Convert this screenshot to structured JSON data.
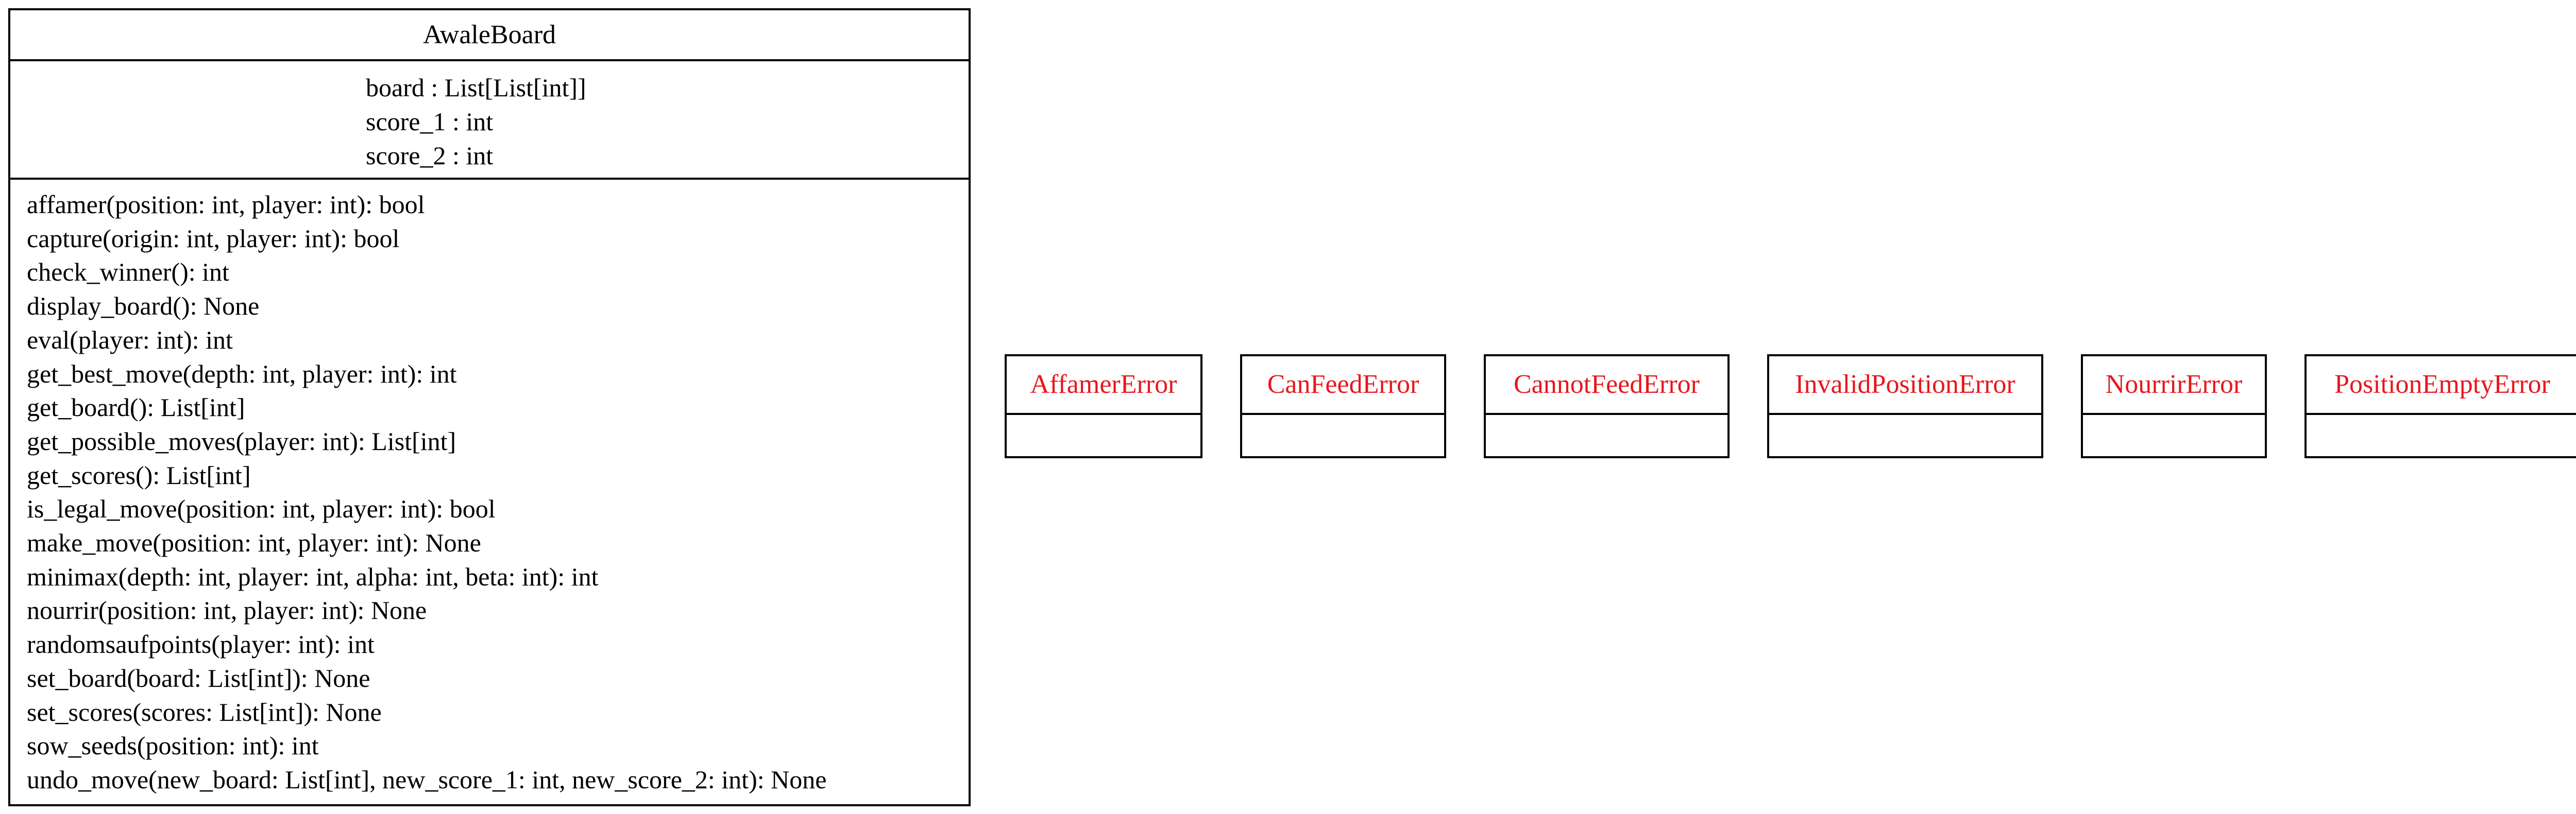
{
  "main_class": {
    "name": "AwaleBoard",
    "attributes": [
      "board : List[List[int]]",
      "score_1 : int",
      "score_2 : int"
    ],
    "methods": [
      "affamer(position: int, player: int): bool",
      "capture(origin: int, player: int): bool",
      "check_winner(): int",
      "display_board(): None",
      "eval(player: int): int",
      "get_best_move(depth: int, player: int): int",
      "get_board(): List[int]",
      "get_possible_moves(player: int): List[int]",
      "get_scores(): List[int]",
      "is_legal_move(position: int, player: int): bool",
      "make_move(position: int, player: int): None",
      "minimax(depth: int, player: int, alpha: int, beta: int): int",
      "nourrir(position: int, player: int): None",
      "randomsaufpoints(player: int): int",
      "set_board(board: List[int]): None",
      "set_scores(scores: List[int]): None",
      "sow_seeds(position: int): int",
      "undo_move(new_board: List[int], new_score_1: int, new_score_2: int): None"
    ]
  },
  "error_classes": [
    {
      "name": "AffamerError"
    },
    {
      "name": "CanFeedError"
    },
    {
      "name": "CannotFeedError"
    },
    {
      "name": "InvalidPositionError"
    },
    {
      "name": "NourrirError"
    },
    {
      "name": "PositionEmptyError"
    }
  ],
  "colors": {
    "exception_class_name": "#e8161d",
    "border": "#000000",
    "text": "#000000"
  }
}
